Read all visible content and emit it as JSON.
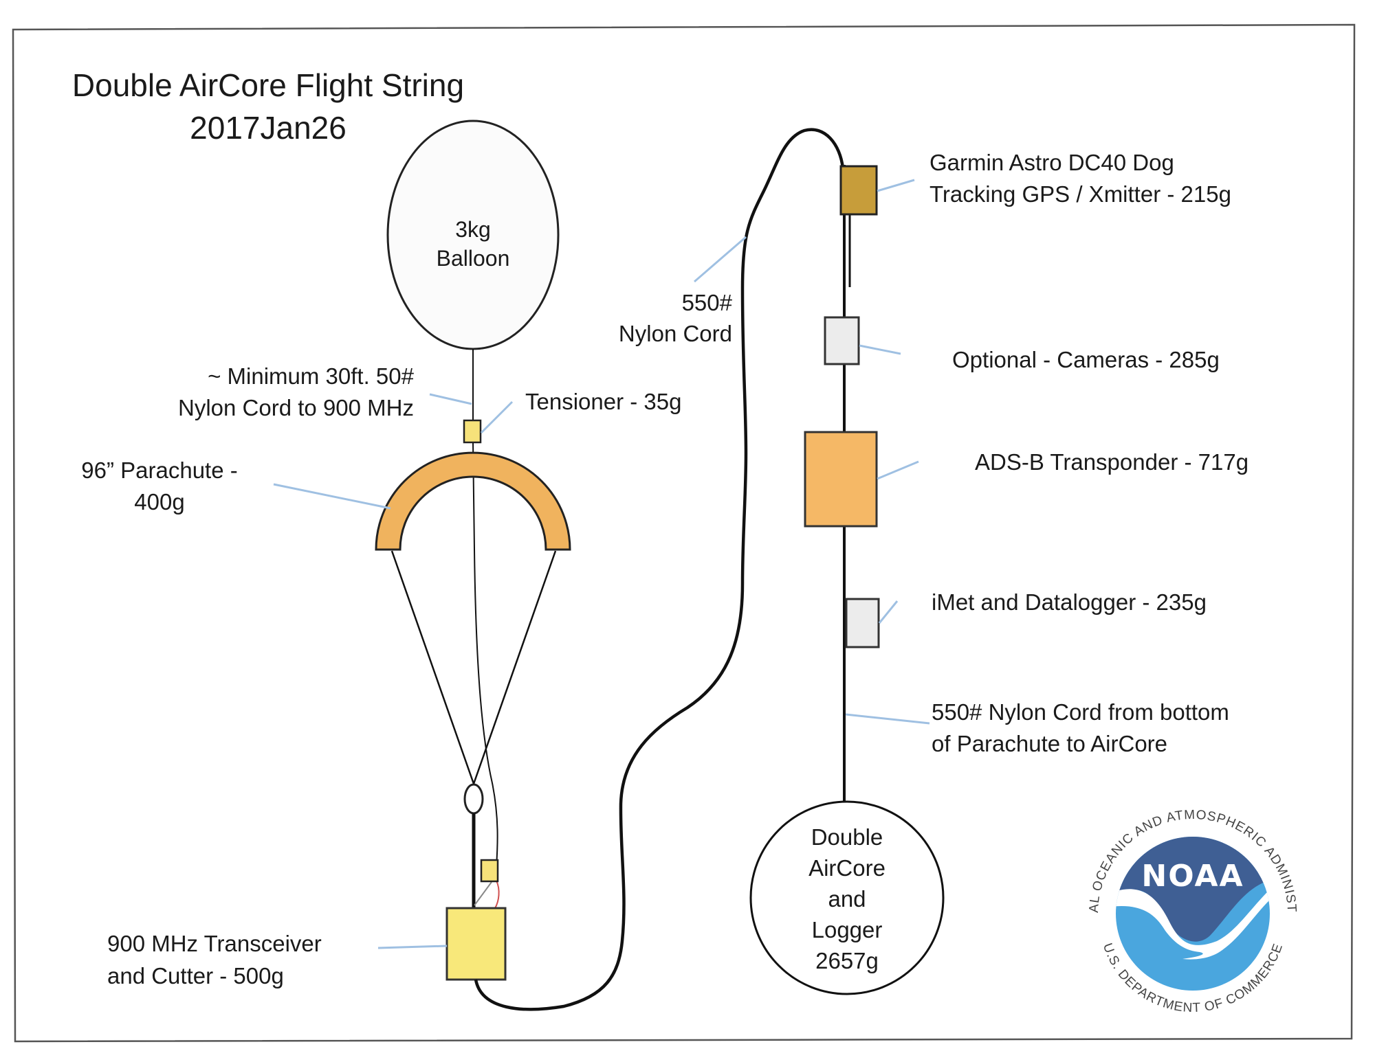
{
  "title": {
    "line1": "Double AirCore Flight String",
    "line2": "2017Jan26"
  },
  "left_string": {
    "balloon": {
      "line1": "3kg",
      "line2": "Balloon"
    },
    "nylon_cord_50": {
      "line1": "~ Minimum 30ft. 50#",
      "line2": "Nylon Cord to 900 MHz"
    },
    "tensioner": {
      "label": "Tensioner - 35g"
    },
    "parachute": {
      "line1": "96” Parachute -",
      "line2": "400g"
    },
    "transceiver": {
      "line1": "900 MHz Transceiver",
      "line2": "and Cutter - 500g"
    }
  },
  "middle": {
    "nylon_cord_550": {
      "line1": "550#",
      "line2": "Nylon Cord"
    }
  },
  "right_string": {
    "gps": {
      "line1": "Garmin Astro DC40 Dog",
      "line2": "Tracking GPS / Xmitter - 215g"
    },
    "cameras": {
      "label": "Optional - Cameras - 285g"
    },
    "adsb": {
      "label": "ADS-B Transponder - 717g"
    },
    "imet": {
      "label": "iMet and Datalogger - 235g"
    },
    "cord_to_aircore": {
      "line1": "550# Nylon Cord from bottom",
      "line2": "of Parachute to AirCore"
    },
    "aircore": {
      "lines": [
        "Double",
        "AirCore",
        "and",
        "Logger",
        "2657g"
      ]
    }
  },
  "logo": {
    "word": "NOAA",
    "ring_top": "NATIONAL OCEANIC AND ATMOSPHERIC ADMINISTRATION",
    "ring_bottom": "U.S. DEPARTMENT OF COMMERCE"
  },
  "colors": {
    "parachute": "#f0b35e",
    "tensioner": "#f6e27a",
    "transceiver": "#f8e87a",
    "gps": "#c79d3a",
    "adsb": "#f5b866",
    "camera": "#ececec",
    "imet": "#ececec",
    "leader": "#9fc0e2",
    "noaa_dark": "#3f5f94",
    "noaa_light": "#4aa6de",
    "cutter_wire": "#d05050"
  }
}
